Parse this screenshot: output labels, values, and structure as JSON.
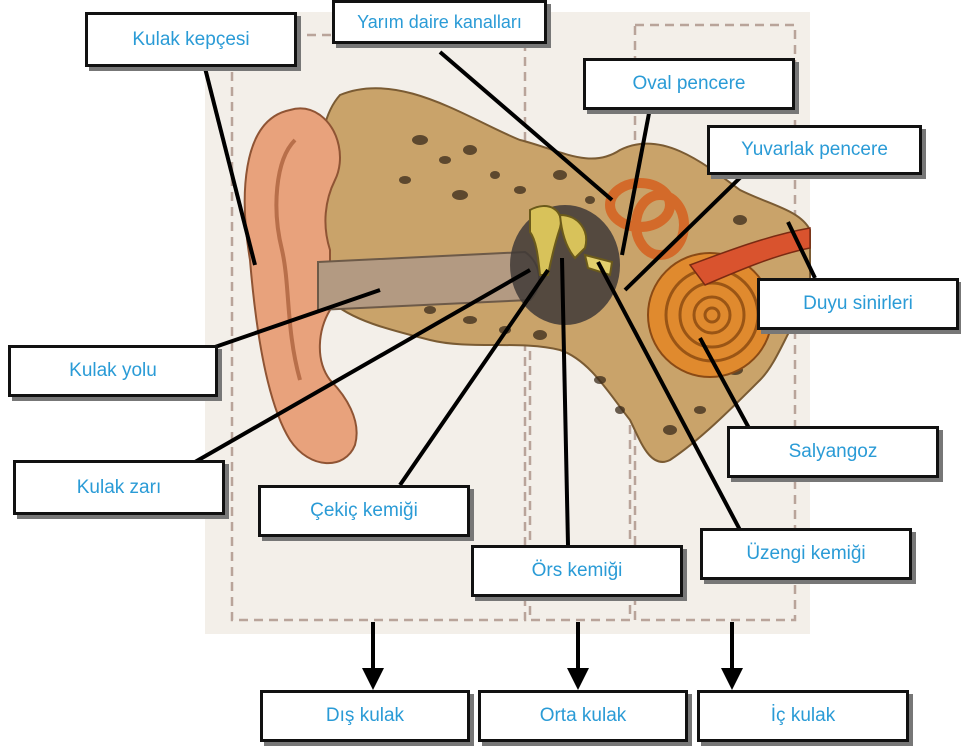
{
  "diagram": {
    "labels": {
      "kulak_kepcesi": "Kulak kepçesi",
      "yarim_daire_kanallari": "Yarım daire kanalları",
      "oval_pencere": "Oval pencere",
      "yuvarlak_pencere": "Yuvarlak pencere",
      "duyu_sinirleri": "Duyu sinirleri",
      "kulak_yolu": "Kulak yolu",
      "kulak_zari": "Kulak zarı",
      "salyangoz": "Salyangoz",
      "cekic_kemigi": "Çekiç kemiği",
      "ors_kemigi": "Örs kemiği",
      "uzengi_kemigi": "Üzengi kemiği"
    },
    "regions": {
      "dis_kulak": "Dış kulak",
      "orta_kulak": "Orta kulak",
      "ic_kulak": "İç kulak"
    },
    "colors": {
      "label_text": "#2a9bd6",
      "skin": "#e8a27c",
      "bone": "#c9a36a",
      "ossicles": "#d8c25a",
      "cochlea": "#e08a2e",
      "nerve": "#d9532e"
    }
  }
}
